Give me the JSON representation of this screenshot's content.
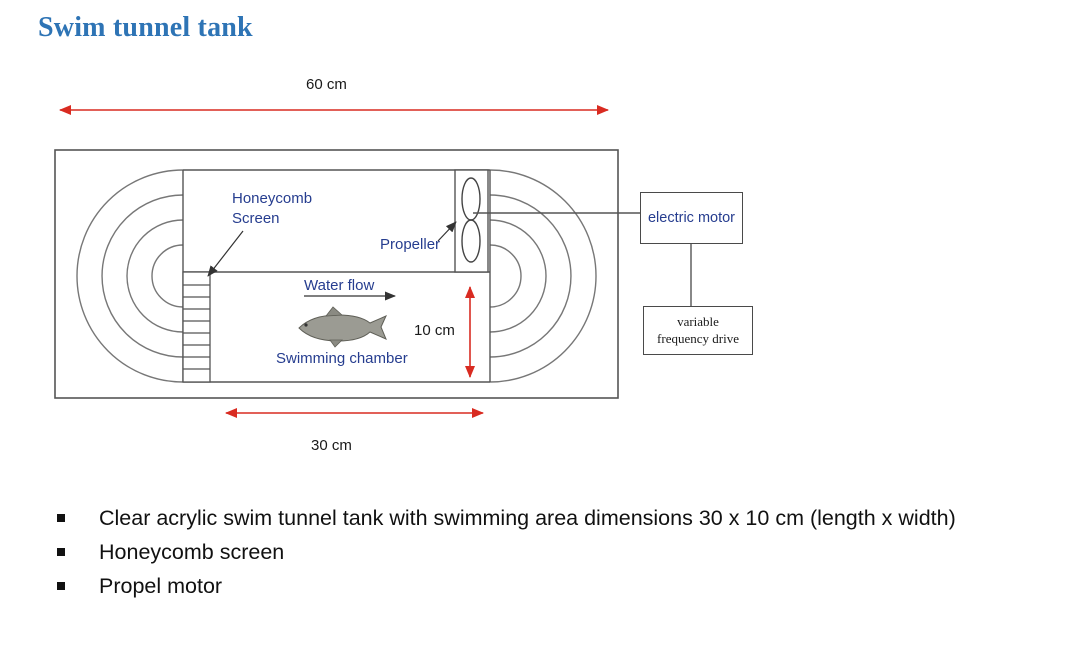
{
  "page": {
    "title": "Swim tunnel tank"
  },
  "colors": {
    "title_blue": "#2E74B5",
    "label_blue": "#263D8F",
    "arrow_red": "#D92B21",
    "diagram_line": "#555555",
    "body_text": "#111111"
  },
  "diagram": {
    "dimension_labels": {
      "top_width": "60 cm",
      "chamber_height": "10 cm",
      "chamber_length": "30 cm"
    },
    "part_labels": {
      "honeycomb_screen": "Honeycomb Screen",
      "propeller": "Propeller",
      "water_flow": "Water flow",
      "swimming_chamber": "Swimming chamber"
    },
    "boxes": {
      "electric_motor": "electric motor",
      "vfd_line1": "variable",
      "vfd_line2": "frequency drive"
    }
  },
  "bullets": [
    "Clear acrylic swim tunnel tank with swimming area dimensions 30 x 10 cm (length x width)",
    "Honeycomb screen",
    "Propel motor"
  ]
}
